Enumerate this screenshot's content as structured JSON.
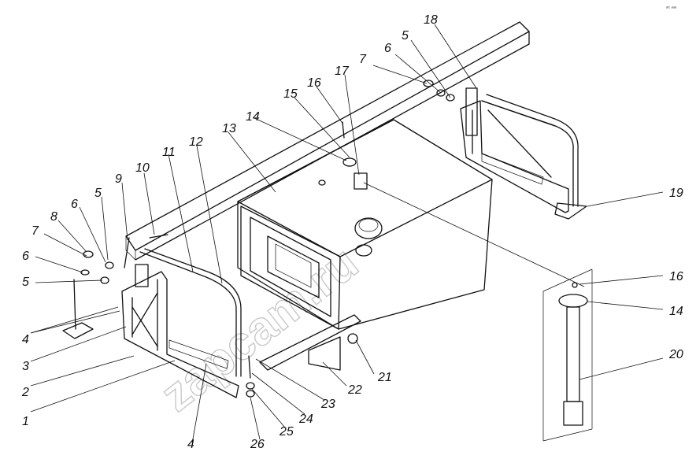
{
  "diagram": {
    "corner_mark": "ᵃᵗᵗ ᵃᵃᵃ",
    "watermark": "zapcam.ru",
    "labels": [
      {
        "id": "l1",
        "text": "1"
      },
      {
        "id": "l2",
        "text": "2"
      },
      {
        "id": "l3",
        "text": "3"
      },
      {
        "id": "l4a",
        "text": "4"
      },
      {
        "id": "l4b",
        "text": "4"
      },
      {
        "id": "l5a",
        "text": "5"
      },
      {
        "id": "l5b",
        "text": "5"
      },
      {
        "id": "l5c",
        "text": "5"
      },
      {
        "id": "l6a",
        "text": "6"
      },
      {
        "id": "l6b",
        "text": "6"
      },
      {
        "id": "l6c",
        "text": "6"
      },
      {
        "id": "l7a",
        "text": "7"
      },
      {
        "id": "l7b",
        "text": "7"
      },
      {
        "id": "l8",
        "text": "8"
      },
      {
        "id": "l9",
        "text": "9"
      },
      {
        "id": "l10",
        "text": "10"
      },
      {
        "id": "l11",
        "text": "11"
      },
      {
        "id": "l12",
        "text": "12"
      },
      {
        "id": "l13",
        "text": "13"
      },
      {
        "id": "l14a",
        "text": "14"
      },
      {
        "id": "l14b",
        "text": "14"
      },
      {
        "id": "l15",
        "text": "15"
      },
      {
        "id": "l16a",
        "text": "16"
      },
      {
        "id": "l16b",
        "text": "16"
      },
      {
        "id": "l17",
        "text": "17"
      },
      {
        "id": "l18",
        "text": "18"
      },
      {
        "id": "l19",
        "text": "19"
      },
      {
        "id": "l20",
        "text": "20"
      },
      {
        "id": "l21",
        "text": "21"
      },
      {
        "id": "l22",
        "text": "22"
      },
      {
        "id": "l23",
        "text": "23"
      },
      {
        "id": "l24",
        "text": "24"
      },
      {
        "id": "l25",
        "text": "25"
      },
      {
        "id": "l26",
        "text": "26"
      }
    ]
  }
}
